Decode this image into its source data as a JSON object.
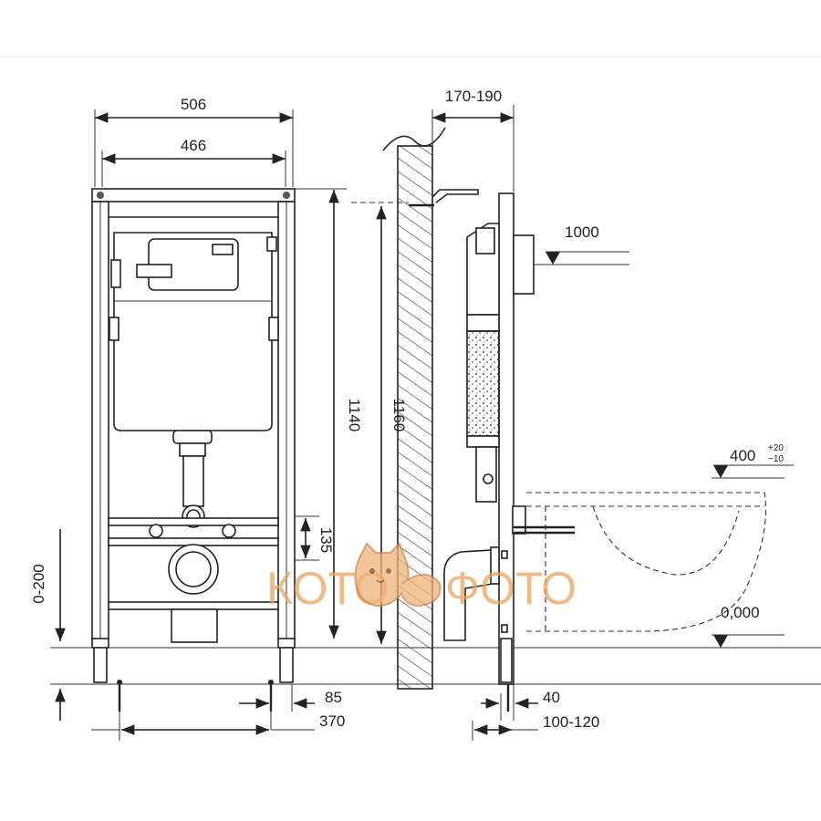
{
  "dimensions": {
    "frame_outer_width": "506",
    "frame_inner_width": "466",
    "depth_range": "170-190",
    "actuator_height": "1000",
    "frame_height": "1140",
    "total_height": "1160",
    "bolt_spacing": "135",
    "leg_adjust": "0-200",
    "bowl_height": "400",
    "bowl_tol_plus": "+20",
    "bowl_tol_minus": "−10",
    "floor_level": "0,000",
    "foot_offset": "85",
    "foot_spacing": "370",
    "wall_foot": "40",
    "wall_clearance": "100-120"
  },
  "watermark": {
    "left": "КОТО",
    "right": "ФОТО"
  }
}
